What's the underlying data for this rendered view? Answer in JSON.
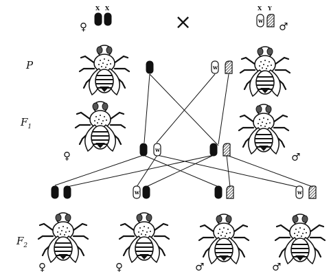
{
  "generations": {
    "p": "P",
    "f1": "F",
    "f1_sub": "1",
    "f2": "F",
    "f2_sub": "2"
  },
  "cross_symbol": "×",
  "chromosome_labels": {
    "x": "X",
    "y": "Y",
    "w": "w"
  },
  "sex_symbols": {
    "female": "♀",
    "male": "♂"
  },
  "colors": {
    "ink": "#111111",
    "paper": "#ffffff",
    "hatch": "#555555"
  }
}
